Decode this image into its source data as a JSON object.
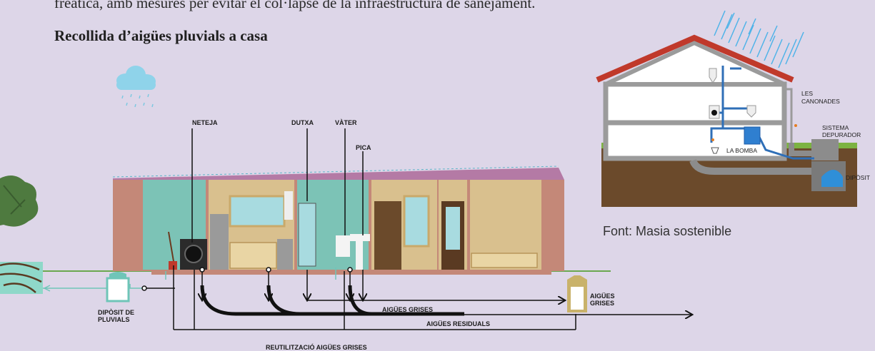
{
  "intro_text": "freàtica, amb mesures per evitar el col·lapse de la infraestructura de sanejament.",
  "section_title": "Recollida d’aigües pluvials a casa",
  "source": "Font: Masia sostenible",
  "house_labels": {
    "neteja": "NETEJA",
    "dutxa": "DUTXA",
    "vater": "VÀTER",
    "pica": "PICA",
    "diposit_line1": "DIPÒSIT DE",
    "diposit_line2": "PLUVIALS",
    "aigues_grises_line1": "AIGÜES",
    "aigues_grises_line2": "GRISES",
    "aigues_grises": "AIGÜES GRISES",
    "aigues_residuals": "AIGÜES RESIDUALS",
    "reutilitzacio": "REUTILITZACIÓ AIGÜES GRISES"
  },
  "masia_labels": {
    "canonades_line1": "LES",
    "canonades_line2": "CANONADES",
    "sistema_line1": "SISTEMA",
    "sistema_line2": "DEPURADOR",
    "bomba": "LA BOMBA",
    "diposit": "DIPÒSIT"
  },
  "colors": {
    "background": "#ddd6e8",
    "roof_red": "#c0392b",
    "pipe_blue": "#2f6fb7",
    "earth": "#6b4a2b",
    "grass": "#7cb342",
    "aqua": "#6fc5b8",
    "roof_pink": "#b47aa5"
  }
}
